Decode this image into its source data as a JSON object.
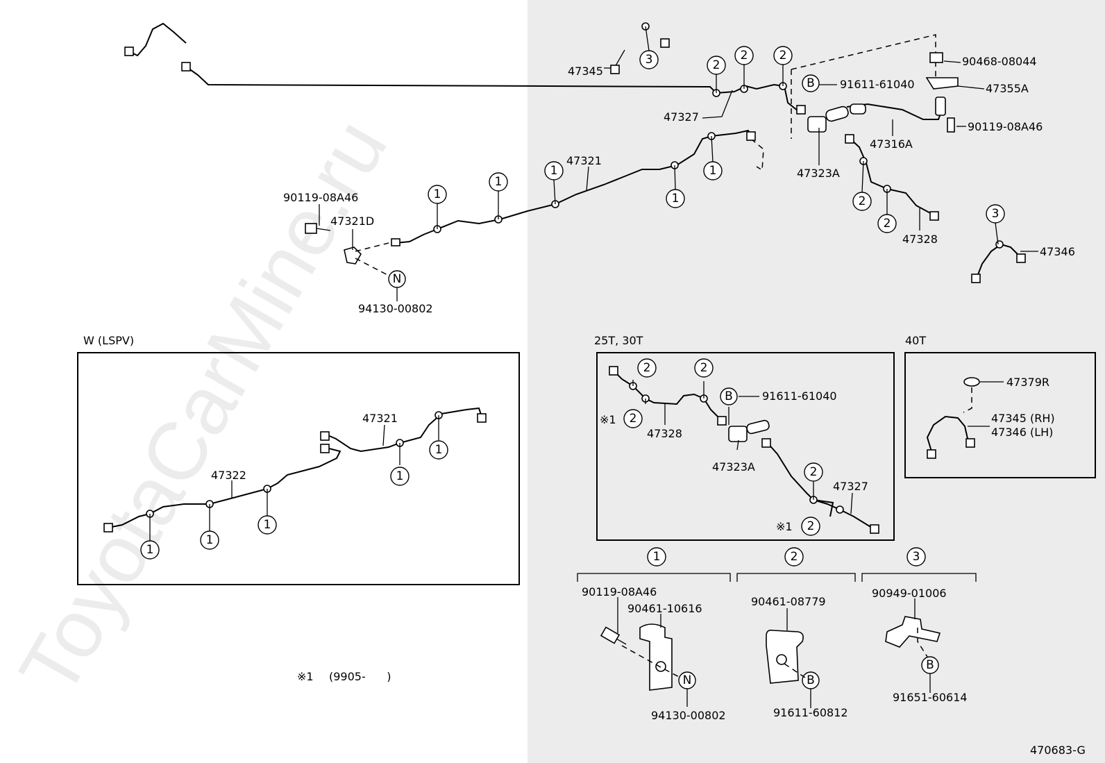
{
  "watermark": "ToyotaCarMine.ru",
  "drawing_number": "470683-G",
  "footnote": {
    "mark": "※1",
    "range": "(9905-      )"
  },
  "callouts": {
    "one": "1",
    "two": "2",
    "three": "3",
    "n": "N",
    "b": "B",
    "note": "※1"
  },
  "main_labels": {
    "p47345": "47345",
    "p47327": "47327",
    "p90468": "90468-08044",
    "p91611a": "91611-61040",
    "p47355A": "47355A",
    "p90119a": "90119-08A46",
    "p47316A": "47316A",
    "p47323A": "47323A",
    "p47321": "47321",
    "p90119b": "90119-08A46",
    "p47321D": "47321D",
    "p94130a": "94130-00802",
    "p47328": "47328",
    "p47346": "47346"
  },
  "lspv_box": {
    "title": "W (LSPV)",
    "p47321": "47321",
    "p47322": "47322"
  },
  "box_25t": {
    "title": "25T, 30T",
    "p91611": "91611-61040",
    "p47328": "47328",
    "p47323A": "47323A",
    "p47327": "47327"
  },
  "box_40t": {
    "title": "40T",
    "p47379R": "47379R",
    "p47345rh": "47345 (RH)",
    "p47346lh": "47346 (LH)"
  },
  "clamps": {
    "c1": {
      "p90119": "90119-08A46",
      "p90461": "90461-10616",
      "p94130": "94130-00802"
    },
    "c2": {
      "p90461": "90461-08779",
      "p91611": "91611-60812"
    },
    "c3": {
      "p90949": "90949-01006",
      "p91651": "91651-60614"
    }
  }
}
